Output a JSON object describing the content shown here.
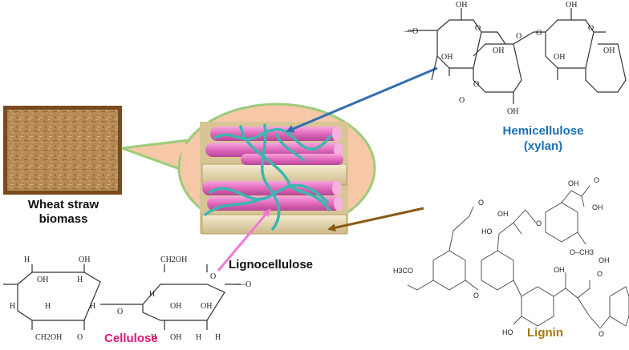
{
  "labels": {
    "wheat_straw": "Wheat straw biomass",
    "wheat_line1": "Wheat straw",
    "wheat_line2": "biomass",
    "lignocellulose": "Lignocellulose",
    "hemicellulose_line1": "Hemicellulose",
    "hemicellulose_line2": "(xylan)",
    "cellulose": "Cellulose",
    "lignin": "Lignin"
  },
  "colors": {
    "hemicellulose": "#1a6fb5",
    "cellulose": "#e0177a",
    "lignin": "#a5780f",
    "bubble_fill": "#f6c8a8",
    "bubble_stroke": "#9ccc7a",
    "fiber_pink": "#e86cc0",
    "fiber_teal": "#3bb6b0",
    "hemi_arrow": "#2f6fb0",
    "lignin_arrow": "#8a5a14",
    "cellulose_arrow": "#f07ad2",
    "photo_frame": "#7a4a1e"
  },
  "chem_text": {
    "oh": "OH",
    "h": "H",
    "ch2oh": "CH2OH",
    "o": "O",
    "h3co": "H3CO",
    "och3": "O–CH3",
    "ho": "HO",
    "o_double": "O",
    "chain_end": "—O"
  }
}
